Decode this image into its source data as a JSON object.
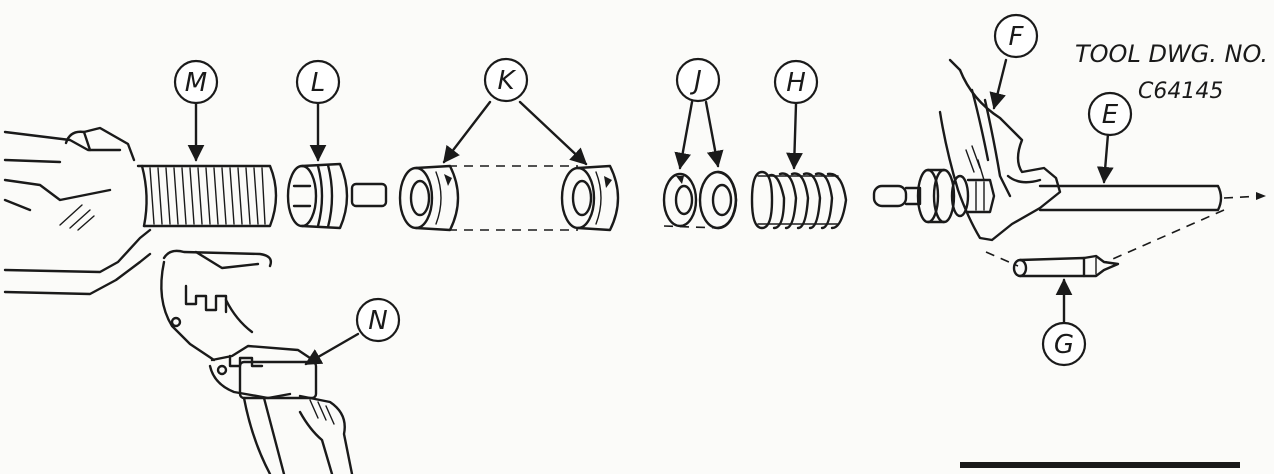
{
  "title": {
    "line1": "TOOL DWG. NO.",
    "line2": "C64145"
  },
  "callouts": {
    "m": "M",
    "l": "L",
    "k": "K",
    "j": "J",
    "h": "H",
    "f": "F",
    "e": "E",
    "g": "G",
    "n": "N"
  }
}
